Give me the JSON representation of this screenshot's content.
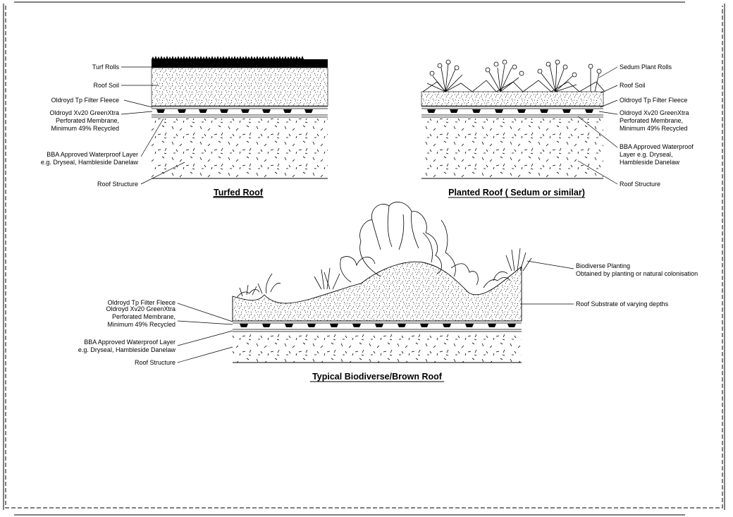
{
  "turfed": {
    "title": "Turfed Roof",
    "labels": {
      "turf_rolls": "Turf Rolls",
      "roof_soil": "Roof Soil",
      "filter_fleece": "Oldroyd Tp Filter Fleece",
      "membrane_1": "Oldroyd Xv20 GreenXtra",
      "membrane_2": "Perforated Membrane,",
      "membrane_3": "Minimum 49% Recycled",
      "waterproof_1": "BBA Approved Waterproof Layer",
      "waterproof_2": "e.g. Dryseal, Hambleside Danelaw",
      "structure": "Roof Structure"
    }
  },
  "planted": {
    "title": "Planted Roof ( Sedum or similar)",
    "labels": {
      "sedum_rolls": "Sedum Plant Rolls",
      "roof_soil": "Roof Soil",
      "filter_fleece": "Oldroyd Tp Filter Fleece",
      "membrane_1": "Oldroyd Xv20 GreenXtra",
      "membrane_2": "Perforated Membrane,",
      "membrane_3": "Minimum 49% Recycled",
      "waterproof_1": "BBA Approved Waterproof",
      "waterproof_2": "Layer e.g. Dryseal,",
      "waterproof_3": "Hambleside Danelaw",
      "structure": "Roof Structure"
    }
  },
  "biodiverse": {
    "title": "Typical Biodiverse/Brown Roof",
    "labels": {
      "planting_1": "Biodiverse Planting",
      "planting_2": "Obtained by planting or natural colonisation",
      "substrate": "Roof Substrate of varying depths",
      "filter_fleece": "Oldroyd Tp Filter Fleece",
      "membrane_1": "Oldroyd Xv20 GreenXtra",
      "membrane_2": "Perforated Membrane,",
      "membrane_3": "Minimum 49% Recycled",
      "waterproof_1": "BBA Approved Waterproof Layer",
      "waterproof_2": "e.g. Dryseal, Hambleside Danelaw",
      "structure": "Roof Structure"
    }
  },
  "colors": {
    "ink": "#000000",
    "paper": "#ffffff",
    "border": "#000000"
  }
}
